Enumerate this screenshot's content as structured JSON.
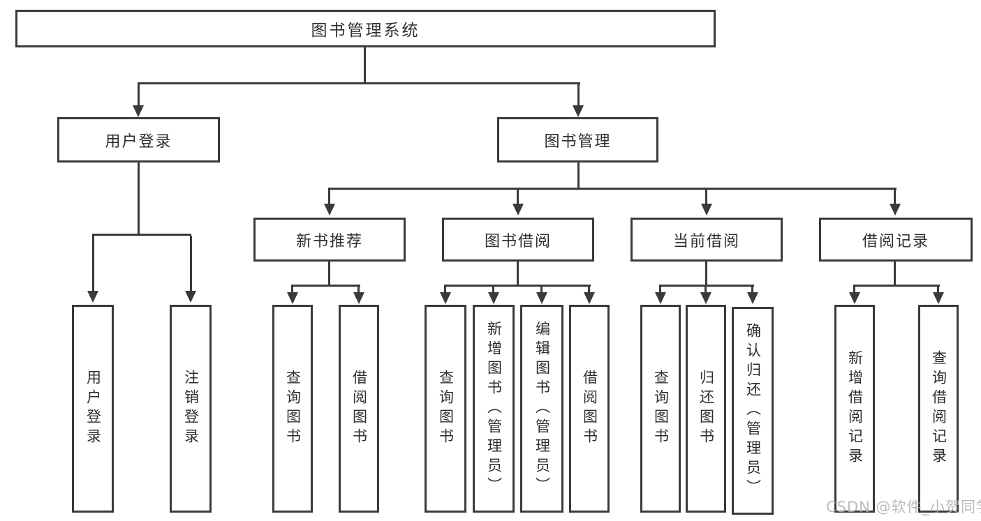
{
  "tree": {
    "root": {
      "label": "图书管理系统"
    },
    "branches": [
      {
        "label": "用户登录",
        "leaves": [
          {
            "label": "用户登录"
          },
          {
            "label": "注销登录"
          }
        ]
      },
      {
        "label": "图书管理",
        "groups": [
          {
            "label": "新书推荐",
            "leaves": [
              {
                "label": "查询图书"
              },
              {
                "label": "借阅图书"
              }
            ]
          },
          {
            "label": "图书借阅",
            "leaves": [
              {
                "label": "查询图书"
              },
              {
                "label": "新增图书（管理员）"
              },
              {
                "label": "编辑图书（管理员）"
              },
              {
                "label": "借阅图书"
              }
            ]
          },
          {
            "label": "当前借阅",
            "leaves": [
              {
                "label": "查询图书"
              },
              {
                "label": "归还图书"
              },
              {
                "label": "确认归还（管理员）"
              }
            ]
          },
          {
            "label": "借阅记录",
            "leaves": [
              {
                "label": "新增借阅记录"
              },
              {
                "label": "查询借阅记录"
              }
            ]
          }
        ]
      }
    ]
  },
  "watermark": {
    "text": "CSDN @软件_小贺同学"
  },
  "colors": {
    "line": "#3a3a3a",
    "text": "#2e2e2e",
    "watermark": "#b0b0b0"
  }
}
